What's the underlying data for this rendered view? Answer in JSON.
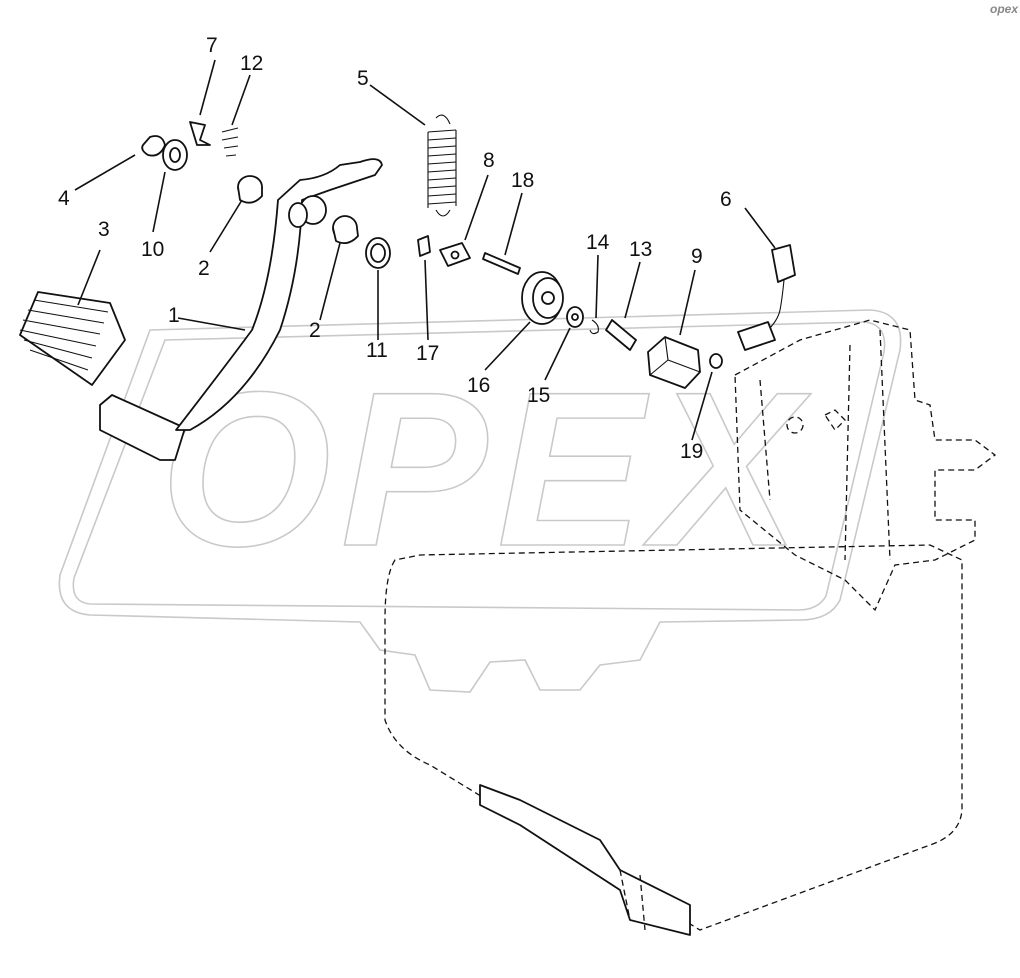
{
  "logo": {
    "label": "opex"
  },
  "watermark": {
    "text": "OPEX"
  },
  "callouts": [
    {
      "id": "c1",
      "text": "1"
    },
    {
      "id": "c2a",
      "text": "2"
    },
    {
      "id": "c2b",
      "text": "2"
    },
    {
      "id": "c3",
      "text": "3"
    },
    {
      "id": "c4",
      "text": "4"
    },
    {
      "id": "c5",
      "text": "5"
    },
    {
      "id": "c6",
      "text": "6"
    },
    {
      "id": "c7",
      "text": "7"
    },
    {
      "id": "c8",
      "text": "8"
    },
    {
      "id": "c9",
      "text": "9"
    },
    {
      "id": "c10",
      "text": "10"
    },
    {
      "id": "c11",
      "text": "11"
    },
    {
      "id": "c12",
      "text": "12"
    },
    {
      "id": "c13",
      "text": "13"
    },
    {
      "id": "c14",
      "text": "14"
    },
    {
      "id": "c15",
      "text": "15"
    },
    {
      "id": "c16",
      "text": "16"
    },
    {
      "id": "c17",
      "text": "17"
    },
    {
      "id": "c18",
      "text": "18"
    },
    {
      "id": "c19",
      "text": "19"
    }
  ]
}
